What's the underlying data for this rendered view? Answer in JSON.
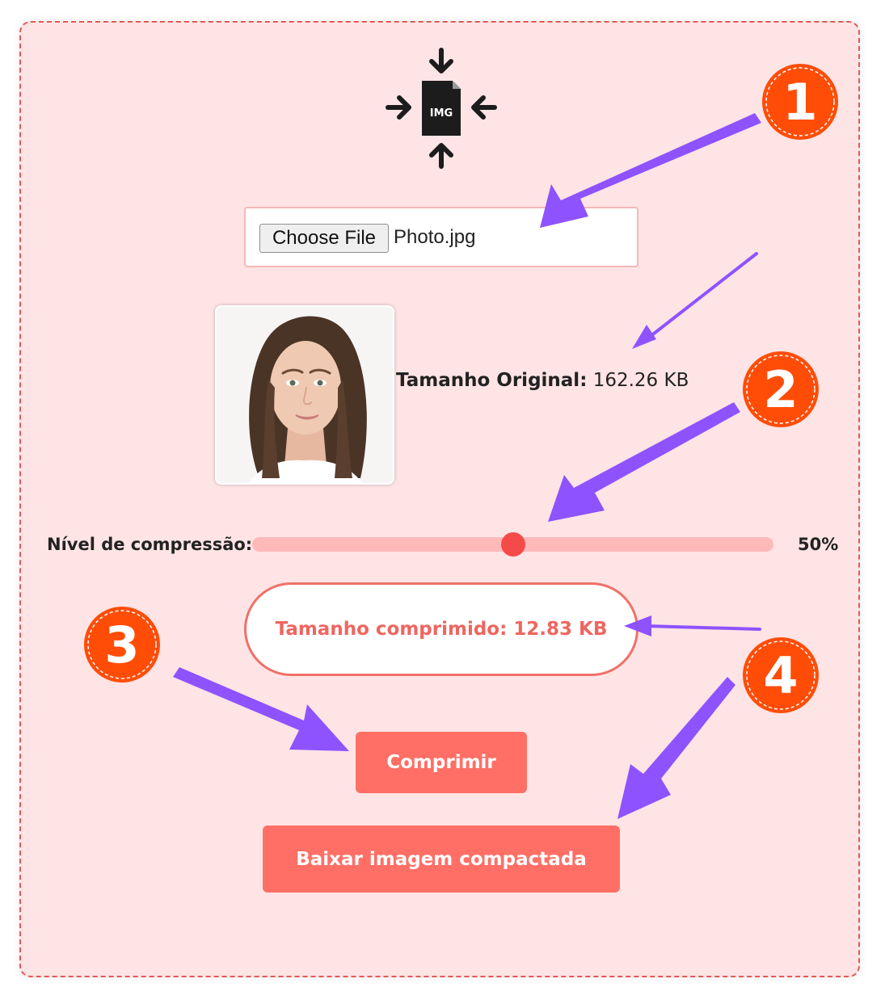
{
  "file_input": {
    "button_label": "Choose File",
    "file_name": "Photo.jpg"
  },
  "logo": {
    "icon": "image-compress-icon",
    "label": "IMG"
  },
  "preview": {
    "icon": "portrait-photo"
  },
  "original_size": {
    "label": "Tamanho Original:",
    "value": "162.26 KB"
  },
  "compression": {
    "label": "Nível de compressão:",
    "value_text": "50%",
    "level": 0.5
  },
  "compressed_size": {
    "text": "Tamanho comprimido: 12.83 KB"
  },
  "buttons": {
    "compress": "Comprimir",
    "download": "Baixar imagem compactada"
  },
  "annotations": {
    "badges": [
      "1",
      "2",
      "3",
      "4"
    ],
    "badge_color": "#ff4d08",
    "arrow_color": "#8f52ff"
  },
  "colors": {
    "card_bg": "#ffe4e5",
    "card_border": "#e05a57",
    "accent": "#ff6f66",
    "slider_track": "#ffb9b9",
    "slider_thumb": "#f44a4a"
  }
}
